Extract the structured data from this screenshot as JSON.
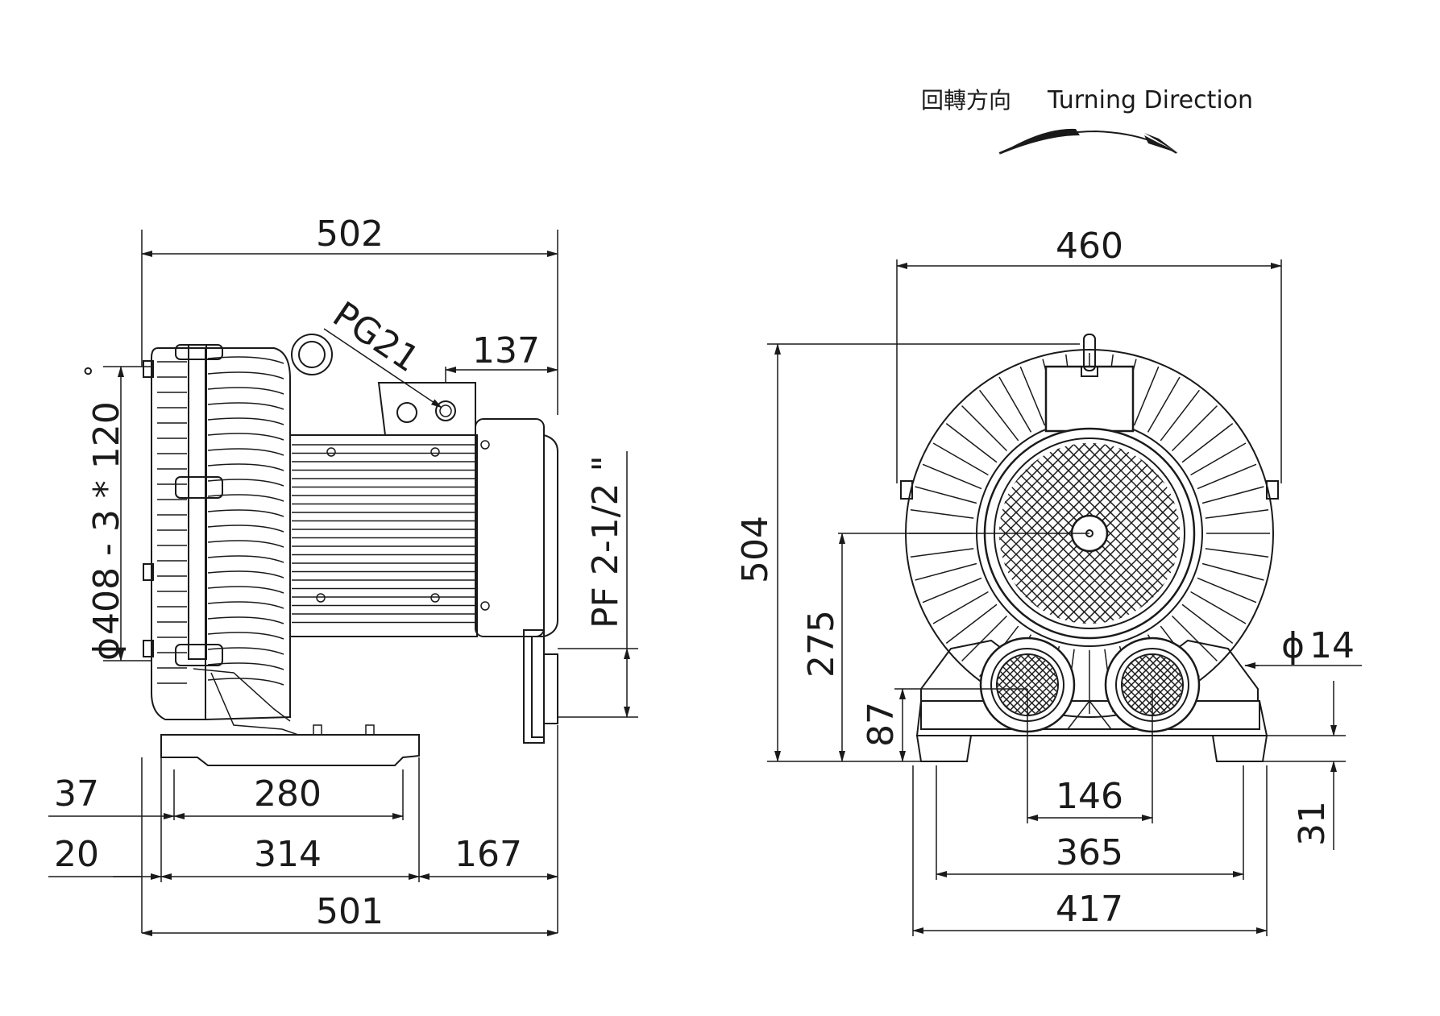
{
  "turning_direction": {
    "chinese": "回轉方向",
    "english": "Turning Direction"
  },
  "side_view": {
    "overall_width_top": "502",
    "overall_width_bottom": "501",
    "flange_spec": "408 - 3 * 120",
    "flange_phi": "ϕ",
    "degree": "°",
    "cable_gland": "PG21",
    "gland_offset": "137",
    "port_thread": "PF 2-1/2 \"",
    "base_offset_upper": "37",
    "base_offset_lower": "20",
    "mount_hole_spacing": "280",
    "base_length": "314",
    "motor_overhang": "167"
  },
  "front_view": {
    "overall_width": "460",
    "overall_height": "504",
    "shaft_height": "275",
    "port_height": "87",
    "hole_phi": "ϕ",
    "hole_diameter": "14",
    "foot_height": "31",
    "port_spacing": "146",
    "mount_spacing": "365",
    "base_width": "417"
  }
}
